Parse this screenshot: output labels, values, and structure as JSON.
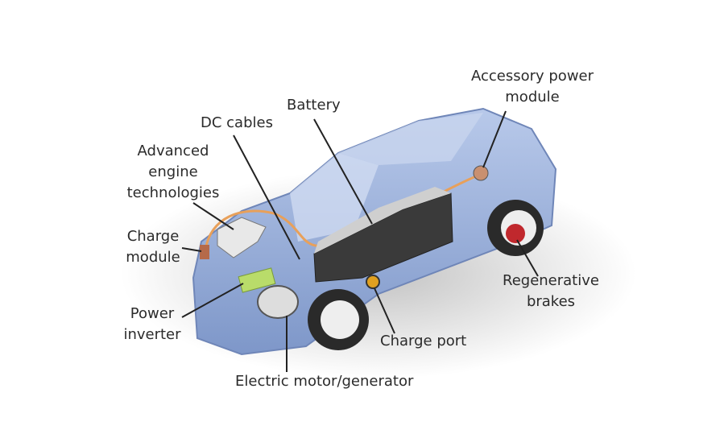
{
  "labels": {
    "accessory_power_module": "Accessory power module",
    "battery": "Battery",
    "dc_cables": "DC cables",
    "advanced_engine_technologies": "Advanced engine technologies",
    "charge_module": "Charge module",
    "power_inverter": "Power inverter",
    "electric_motor_generator": "Electric motor/generator",
    "charge_port": "Charge port",
    "regenerative_brakes": "Regenerative brakes"
  },
  "colors": {
    "body": "#8fa7d6",
    "cable": "#e8a05a",
    "battery": "#3a3a3a",
    "brake": "#c0282d",
    "inverter": "#b9dc6a",
    "text": "#2b2b2b"
  }
}
